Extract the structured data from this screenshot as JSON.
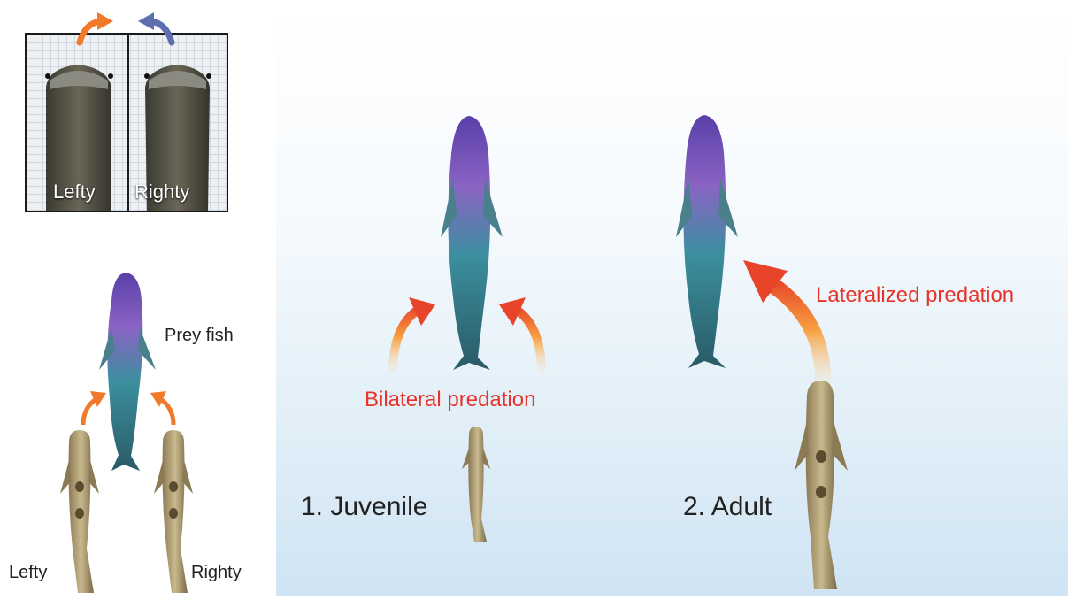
{
  "photo": {
    "lefty_label": "Lefty",
    "righty_label": "Righty"
  },
  "left_diagram": {
    "prey_label": "Prey fish",
    "lefty_label": "Lefty",
    "righty_label": "Righty"
  },
  "scene": {
    "juvenile": {
      "stage_label": "1. Juvenile",
      "predation_label": "Bilateral predation"
    },
    "adult": {
      "stage_label": "2. Adult",
      "predation_label": "Lateralized predation"
    }
  },
  "colors": {
    "orange_arrow": "#f07a2a",
    "blue_arrow": "#5d6fae",
    "predation_text": "#e8332a",
    "scene_background": "#d8eaf6"
  }
}
